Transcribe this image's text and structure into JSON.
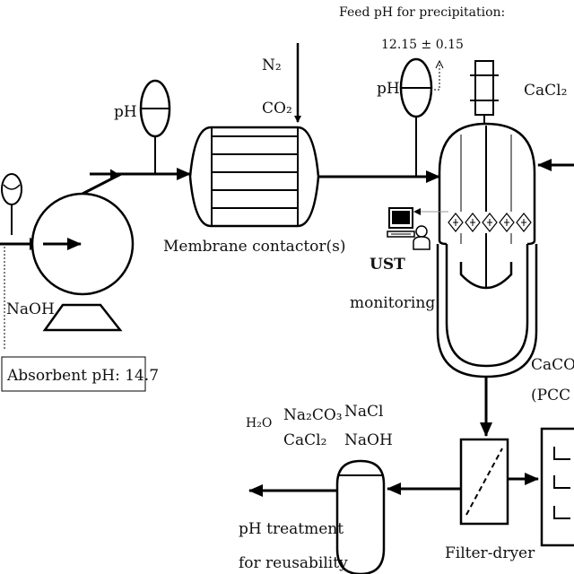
{
  "labels": {
    "feed_ph_title": "Feed pH for precipitation:",
    "feed_ph_value": "12.15 ± 0.15",
    "n2": "N₂",
    "co2": "CO₂",
    "ph_left": "pH",
    "ph_feed": "pH",
    "cacl2_in": "CaCl₂",
    "membrane": "Membrane contactor(s)",
    "naoh": "NaOH",
    "absorbent_ph": "Absorbent pH: 14.7",
    "ust": "UST",
    "monitoring": "monitoring",
    "caco3": "CaCO",
    "pcc": "(PCC",
    "h2o": "H₂O",
    "na2co3": "Na₂CO₃",
    "cacl2_out": "CaCl₂",
    "nacl": "NaCl",
    "naoh_out": "NaOH",
    "ph_treatment": "pH treatment",
    "reusability": "for reusability",
    "filter_dryer": "Filter-dryer"
  },
  "icons": {
    "computer": "computer-icon",
    "person": "person-icon"
  }
}
